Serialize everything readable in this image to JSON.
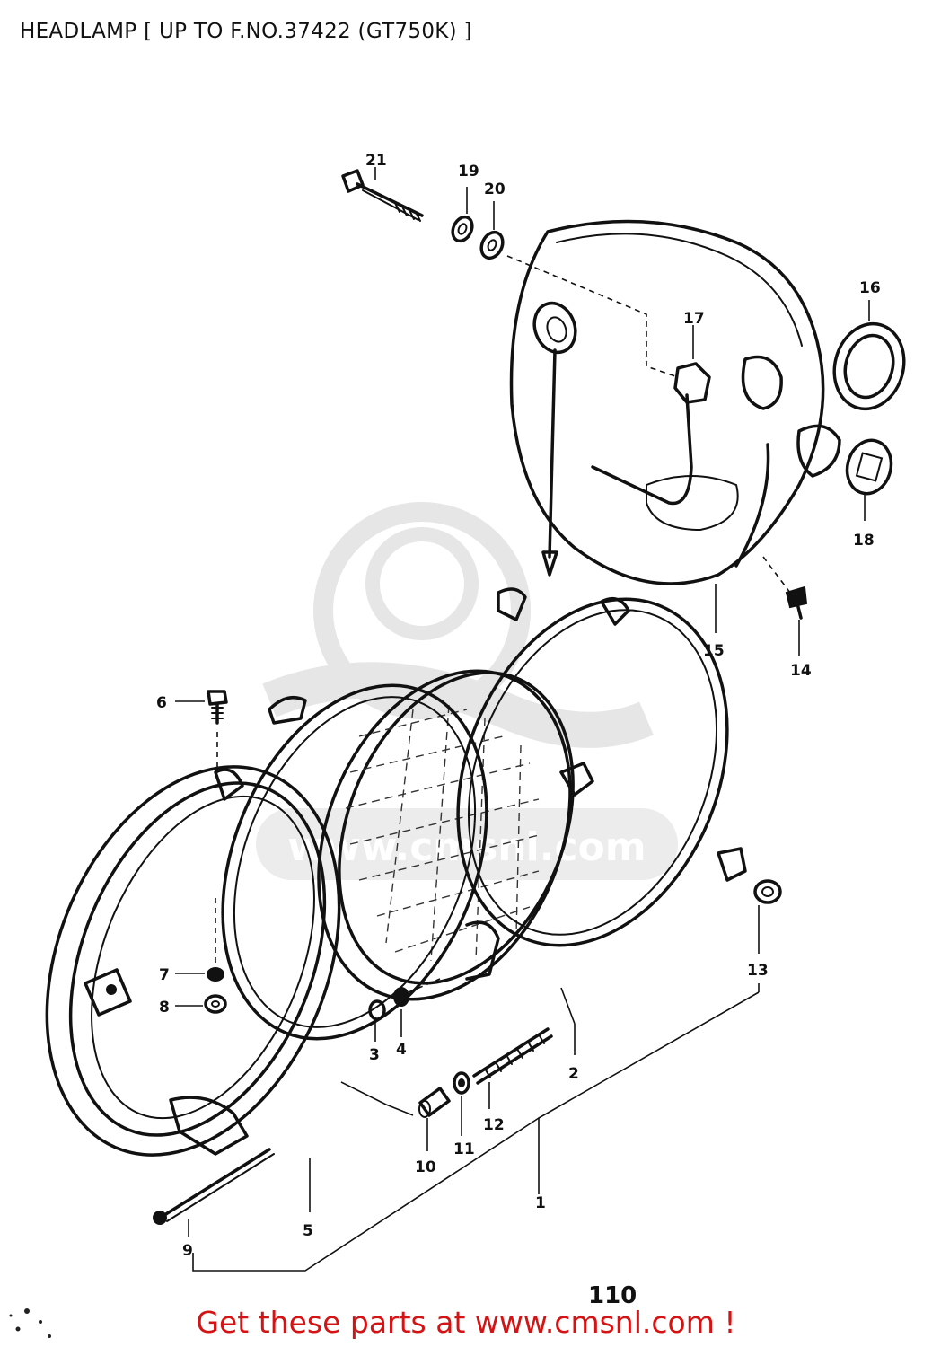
{
  "title": "HEADLAMP [ UP TO F.NO.37422 (GT750K) ]",
  "page_number": "110",
  "footer": {
    "text": "Get these parts at www.cmsnl.com !"
  },
  "watermark": {
    "text": "www.cmsnl.com"
  },
  "callouts": [
    "1",
    "2",
    "3",
    "4",
    "5",
    "6",
    "7",
    "8",
    "9",
    "10",
    "11",
    "12",
    "13",
    "14",
    "15",
    "16",
    "17",
    "18",
    "19",
    "20",
    "21"
  ],
  "colors": {
    "ink": "#111111",
    "footer": "#d41414",
    "watermark": "#e6e6e6",
    "background": "#ffffff"
  }
}
